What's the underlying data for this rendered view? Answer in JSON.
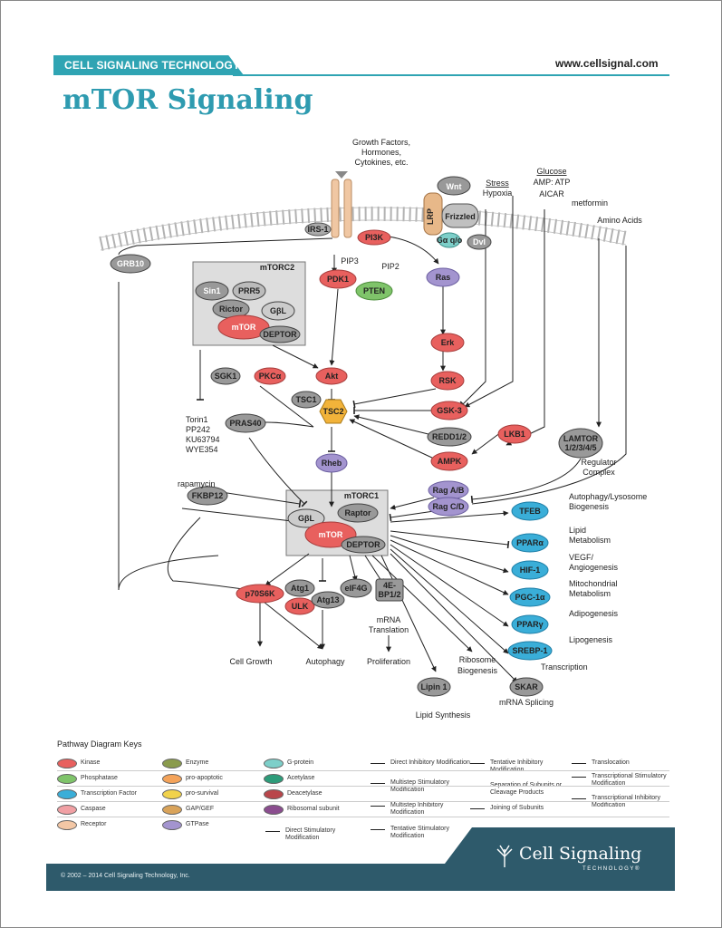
{
  "header": {
    "brand": "CELL SIGNALING TECHNOLOGY",
    "website": "www.cellsignal.com",
    "title": "mTOR Signaling"
  },
  "inputs": {
    "growth_factors": [
      "Growth Factors,",
      "Hormones,",
      "Cytokines, etc."
    ],
    "stress": "Stress",
    "hypoxia": "Hypoxia",
    "glucose": "Glucose",
    "amp_atp": "AMP: ATP",
    "aicar": "AICAR",
    "metformin": "metformin",
    "amino_acids": "Amino Acids"
  },
  "nodes": {
    "irs1": "IRS-1",
    "pi3k": "PI3K",
    "wnt": "Wnt",
    "lrp": "LRP",
    "frizzled": "Frizzled",
    "galpha": "Gα q/o",
    "dvl": "Dvl",
    "grb10": "GRB10",
    "mtorc2": "mTORC2",
    "sin1": "Sin1",
    "prr5": "PRR5",
    "rictor": "Rictor",
    "gbl": "GβL",
    "mtor": "mTOR",
    "deptor": "DEPTOR",
    "pip3": "PIP3",
    "pip2": "PIP2",
    "pdk1": "PDK1",
    "pten": "PTEN",
    "ras": "Ras",
    "erk": "Erk",
    "rsk": "RSK",
    "gsk3": "GSK-3",
    "redd": "REDD1/2",
    "lkb1": "LKB1",
    "ampk": "AMPK",
    "sgk1": "SGK1",
    "pkca": "PKCα",
    "akt": "Akt",
    "tsc1": "TSC1",
    "tsc2": "TSC2",
    "pras40": "PRAS40",
    "rheb": "Rheb",
    "lamtor": "LAMTOR",
    "lamtor_sub": "1/2/3/4/5",
    "regulator": "Regulator",
    "complex": "Complex",
    "ragab": "Rag A/B",
    "ragcd": "Rag C/D",
    "fkbp12": "FKBP12",
    "mtorc1": "mTORC1",
    "raptor": "Raptor",
    "tfeb": "TFEB",
    "ppara": "PPARα",
    "hif1": "HIF-1",
    "pgc1a": "PGC-1α",
    "pparg": "PPARγ",
    "srebp1": "SREBP-1",
    "skar": "SKAR",
    "p70s6k": "p70S6K",
    "atg1": "Atg1",
    "ulk": "ULK",
    "atg13": "Atg13",
    "eif4g": "eIF4G",
    "bp1": "4E-",
    "bp2": "BP1/2",
    "lipin1": "Lipin 1"
  },
  "inhibitors": {
    "torin_list": [
      "Torin1",
      "PP242",
      "KU63794",
      "WYE354"
    ],
    "rapamycin": "rapamycin"
  },
  "outputs": {
    "autophagy_lysosome": [
      "Autophagy/Lysosome",
      "Biogenesis"
    ],
    "lipid_metabolism": [
      "Lipid",
      "Metabolism"
    ],
    "vegf": [
      "VEGF/",
      "Angiogenesis"
    ],
    "mito": [
      "Mitochondrial",
      "Metabolism"
    ],
    "adipogenesis": "Adipogenesis",
    "lipogenesis": "Lipogenesis",
    "transcription": "Transcription",
    "mrna_splicing": "mRNA Splicing",
    "ribosome": [
      "Ribosome",
      "Biogenesis"
    ],
    "lipid_synthesis": "Lipid Synthesis",
    "mrna_translation": [
      "mRNA",
      "Translation"
    ],
    "proliferation": "Proliferation",
    "autophagy": "Autophagy",
    "cell_growth": "Cell Growth"
  },
  "keys": {
    "title": "Pathway Diagram Keys",
    "types": [
      {
        "label": "Kinase",
        "color": "#e8605e"
      },
      {
        "label": "Phosphatase",
        "color": "#7fc46a"
      },
      {
        "label": "Transcription Factor",
        "color": "#3aaed8"
      },
      {
        "label": "Caspase",
        "color": "#f1a0a4"
      },
      {
        "label": "Receptor",
        "color": "#f3c7a5"
      },
      {
        "label": "Enzyme",
        "color": "#8a9b4c"
      },
      {
        "label": "pro-apoptotic",
        "color": "#f4a35a"
      },
      {
        "label": "pro-survival",
        "color": "#f1d24b"
      },
      {
        "label": "GAP/GEF",
        "color": "#d9a35a"
      },
      {
        "label": "GTPase",
        "color": "#a394cf"
      },
      {
        "label": "G-protein",
        "color": "#7dcfc9"
      },
      {
        "label": "Acetylase",
        "color": "#2d9c7a"
      },
      {
        "label": "Deacetylase",
        "color": "#b9464b"
      },
      {
        "label": "Ribosomal subunit",
        "color": "#8b4d8f"
      }
    ],
    "arrows": [
      "Direct Stimulatory Modification",
      "Direct Inhibitory Modification",
      "Multistep Stimulatory Modification",
      "Multistep Inhibitory Modification",
      "Tentative Stimulatory Modification",
      "Tentative Inhibitory Modification",
      "Separation of Subunits or Cleavage Products",
      "Joining of Subunits",
      "Translocation",
      "Transcriptional Stimulatory Modification",
      "Transcriptional Inhibitory Modification"
    ]
  },
  "footer": {
    "copyright": "© 2002 – 2014 Cell Signaling Technology, Inc.",
    "logo_name": "Cell Signaling",
    "logo_sub": "TECHNOLOGY®"
  }
}
